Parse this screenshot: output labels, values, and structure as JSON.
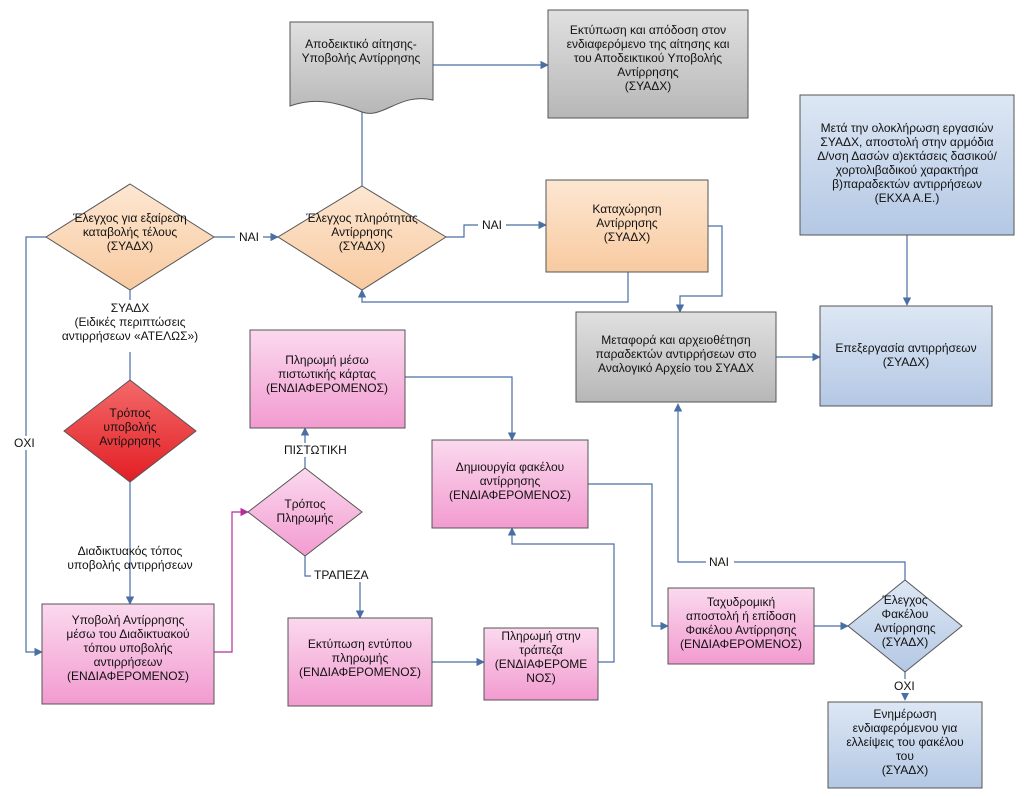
{
  "colors": {
    "grey_fill": "#b7b7b7",
    "grey_top": "#e0e0e0",
    "orange_fill": "#f8caa0",
    "orange_top": "#fde7d2",
    "pink_fill": "#f29bd0",
    "pink_top": "#fbd9ee",
    "red_fill": "#e31e24",
    "red_top": "#f36a6a",
    "blue_fill": "#b4c8e4",
    "blue_top": "#dde7f4",
    "edge": "#4a6fa5",
    "edge_pink": "#b0309a"
  },
  "nodes": {
    "receipt": [
      "Αποδεικτικό αίτησης-",
      "Υποβολής Αντίρρησης"
    ],
    "print_deliver": [
      "Εκτύπωση και απόδοση στον",
      "ενδιαφερόμενο της αίτησης και",
      "του Αποδεικτικού Υποβολής",
      "Αντίρρησης",
      "(ΣΥΑΔΧ)"
    ],
    "after_completion": [
      "Μετά την ολοκλήρωση εργασιών",
      "ΣΥΑΔΧ, αποστολή στην αρμόδια",
      "Δ/νση Δασών α)εκτάσεις δασικού/",
      "χορτολιβαδικού χαρακτήρα",
      "β)παραδεκτών αντιρρήσεων",
      "(ΕΚΧΑ Α.Ε.)"
    ],
    "fee_check": [
      "Έλεγχος για εξαίρεση",
      "καταβολής τέλους",
      "(ΣΥΑΔΧ)"
    ],
    "completeness_check": [
      "Έλεγχος πληρότητας",
      "Αντίρρησης",
      "(ΣΥΑΔΧ)"
    ],
    "registration": [
      "Καταχώρηση",
      "Αντίρρησης",
      "(ΣΥΑΔΧ)"
    ],
    "special_cases": [
      "ΣΥΑΔΧ",
      "(Ειδικές περιπτώσεις",
      "αντιρρήσεων «ΑΤΕΛΩΣ»)"
    ],
    "transfer_archive": [
      "Μεταφορά και αρχειοθέτηση",
      "παραδεκτών αντιρρήσεων στο",
      "Αναλογικό Αρχείο του ΣΥΑΔΧ"
    ],
    "processing": [
      "Επεξεργασία αντιρρήσεων",
      "(ΣΥΑΔΧ)"
    ],
    "card_payment": [
      "Πληρωμή μέσω",
      "πιστωτικής κάρτας",
      "(ΕΝΔΙΑΦΕΡΟΜΕΝΟΣ)"
    ],
    "submission_mode": [
      "Τρόπος",
      "υποβολής",
      "Αντίρρησης"
    ],
    "create_folder": [
      "Δημιουργία φακέλου",
      "αντίρρησης",
      "(ΕΝΔΙΑΦΕΡΟΜΕΝΟΣ)"
    ],
    "payment_mode": [
      "Τρόπος",
      "Πληρωμής"
    ],
    "website_label": [
      "Διαδικτυακός τόπος",
      "υποβολής αντιρρήσεων"
    ],
    "submit_online": [
      "Υποβολή Αντίρρησης",
      "μέσω του Διαδικτυακού",
      "τόπου υποβολής",
      "αντιρρήσεων",
      "(ΕΝΔΙΑΦΕΡΟΜΕΝΟΣ)"
    ],
    "print_form": [
      "Εκτύπωση εντύπου",
      "πληρωμής",
      "(ΕΝΔΙΑΦΕΡΟΜΕΝΟΣ)"
    ],
    "bank_payment": [
      "Πληρωμή στην",
      "τράπεζα",
      "(ΕΝΔΙΑΦΕΡΟΜΕ",
      "ΝΟΣ)"
    ],
    "postal_send": [
      "Ταχυδρομική",
      "αποστολή ή επίδοση",
      "Φακέλου Αντίρρησης",
      "(ΕΝΔΙΑΦΕΡΟΜΕΝΟΣ)"
    ],
    "folder_check": [
      "Έλεγχος",
      "Φακέλου",
      "Αντίρρησης",
      "(ΣΥΑΔΧ)"
    ],
    "notify": [
      "Ενημέρωση",
      "ενδιαφερόμενου για",
      "ελλείψεις του φακέλου",
      "του",
      "(ΣΥΑΔΧ)"
    ]
  },
  "labels": {
    "yes_fee": "ΝΑΙ",
    "yes_complete": "ΝΑΙ",
    "yes_folder": "ΝΑΙ",
    "no_fee": "ΟΧΙ",
    "no_folder": "ΟΧΙ",
    "credit": "ΠΙΣΤΩΤΙΚΗ",
    "bank": "ΤΡΑΠΕΖΑ"
  }
}
